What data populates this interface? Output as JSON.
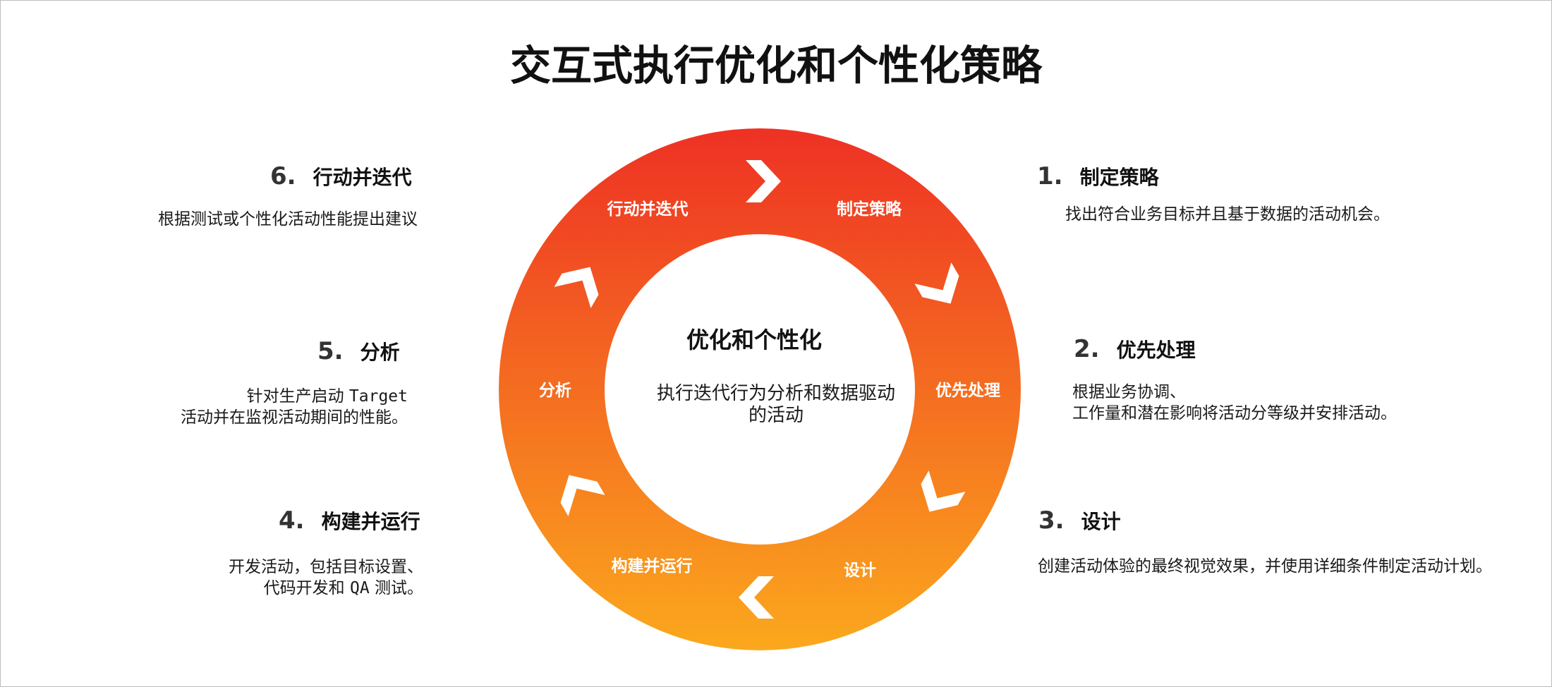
{
  "title": "交互式执行优化和个性化策略",
  "colors": {
    "ring_top": "#ee3124",
    "ring_bottom": "#fba81d",
    "arrow": "#ffffff"
  },
  "ring": {
    "labels": [
      "制定策略",
      "优先处理",
      "设计",
      "构建并运行",
      "分析",
      "行动并迭代"
    ],
    "arrow_icon": "chevron-icon"
  },
  "center": {
    "title": "优化和个性化",
    "description": "执行迭代行为分析和数据驱动的活动"
  },
  "steps": [
    {
      "number": "1.",
      "title": "制定策略",
      "description": [
        "找出符合业务目标并且基于数据的活动机会。"
      ]
    },
    {
      "number": "2.",
      "title": "优先处理",
      "description": [
        "根据业务协调、",
        "工作量和潜在影响将活动分等级并安排活动。"
      ]
    },
    {
      "number": "3.",
      "title": "设计",
      "description": [
        "创建活动体验的最终视觉效果，并使用详细条件制定活动计划。"
      ]
    },
    {
      "number": "4.",
      "title": "构建并运行",
      "description_parts": [
        [
          "开发活动，包括目标设置、"
        ],
        [
          "代码开发和 ",
          "QA",
          " 测试。"
        ]
      ]
    },
    {
      "number": "5.",
      "title": "分析",
      "description_parts": [
        [
          "针对生产启动 ",
          "Target"
        ],
        [
          "活动并在监视活动期间的性能。"
        ]
      ]
    },
    {
      "number": "6.",
      "title": "行动并迭代",
      "description": [
        "根据测试或个性化活动性能提出建议"
      ]
    }
  ]
}
